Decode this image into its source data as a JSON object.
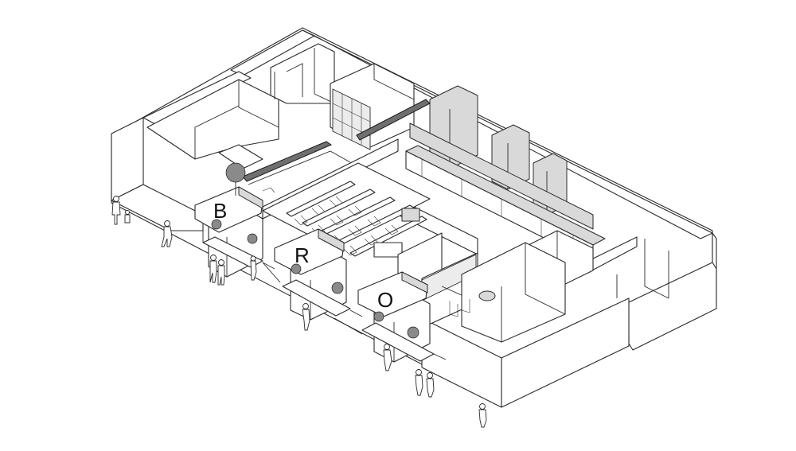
{
  "diagram": {
    "kind": "axonometric floor plan",
    "signs": [
      {
        "id": "sign-b",
        "letter": "B"
      },
      {
        "id": "sign-r",
        "letter": "R"
      },
      {
        "id": "sign-o",
        "letter": "O"
      }
    ],
    "colors": {
      "line": "#2a2a2a",
      "wall": "#ffffff",
      "equipment": "#d9d9d9",
      "dark": "#6f6f6f"
    }
  }
}
